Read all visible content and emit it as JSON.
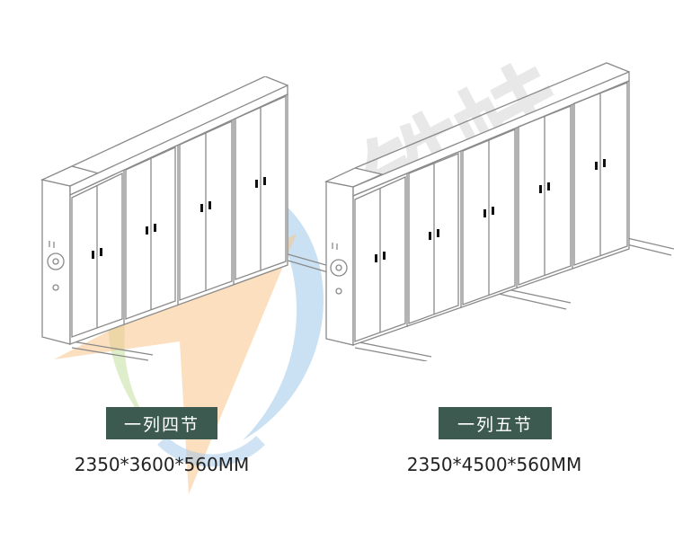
{
  "products": [
    {
      "label": "一列四节",
      "dimensions": "2350*3600*560MM",
      "sections": 4
    },
    {
      "label": "一列五节",
      "dimensions": "2350*4500*560MM",
      "sections": 5
    }
  ],
  "watermark_text": "铁蛙",
  "colors": {
    "badge_bg": "#3d5a50",
    "badge_text": "#ffffff",
    "line": "#8a8a8a"
  }
}
